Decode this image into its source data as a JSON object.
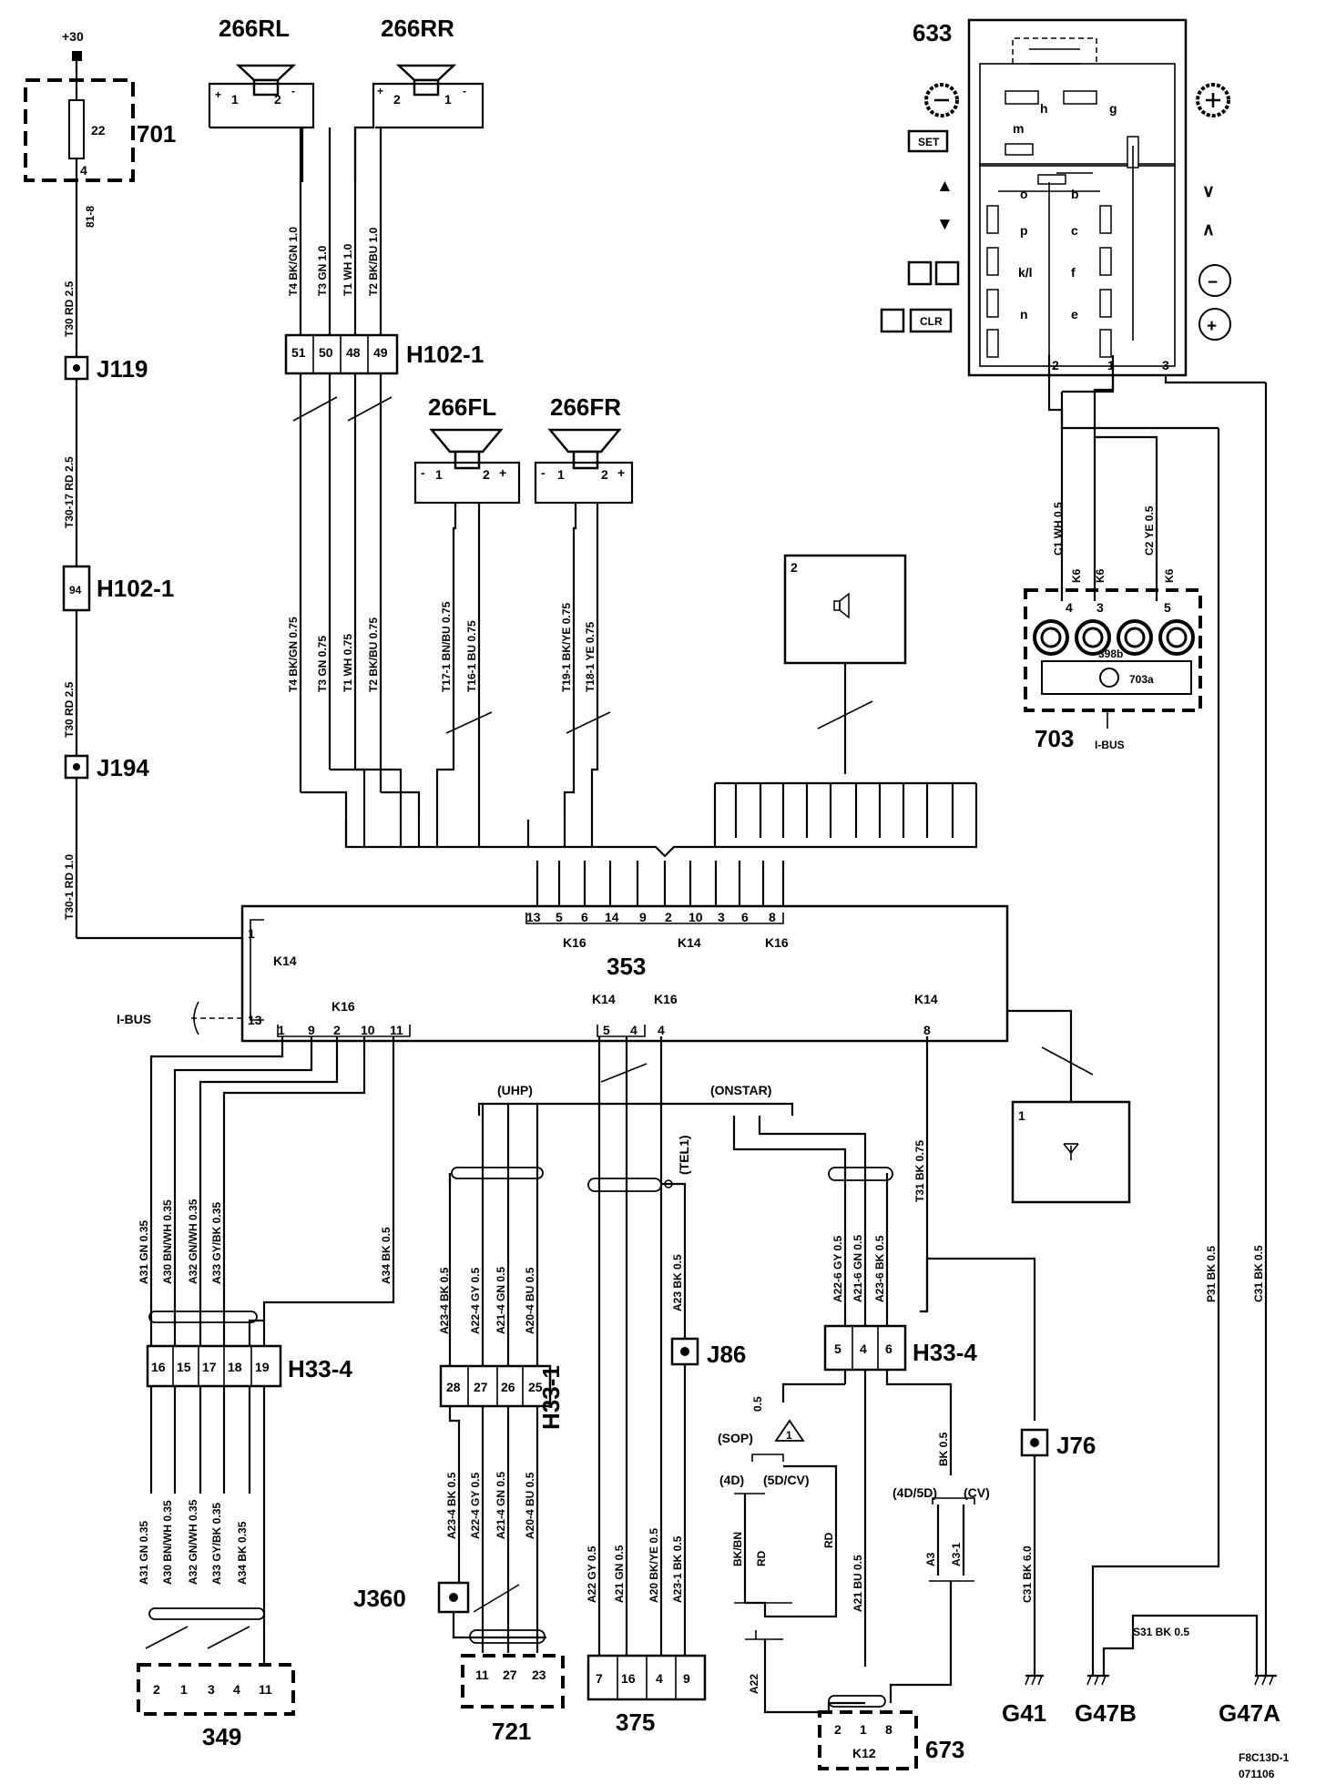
{
  "components": {
    "spk_rl": "266RL",
    "spk_rr": "266RR",
    "spk_fl": "266FL",
    "spk_fr": "266FR",
    "display_633": "633",
    "fuse_701": "701",
    "audio_353": "353",
    "ant_703": "703",
    "ant_703a": "703a",
    "ant_398b": "398b",
    "c349": "349",
    "c721": "721",
    "c375": "375",
    "c673": "673",
    "h102_a": "H102-1",
    "h102_b": "H102-1",
    "h33_4a": "H33-4",
    "h33_4b": "H33-4",
    "h33_1": "H33-1",
    "j119": "J119",
    "j194": "J194",
    "j86": "J86",
    "j76": "J76",
    "j360": "J360",
    "g41": "G41",
    "g47b": "G47B",
    "g47a": "G47A",
    "k12": "K12",
    "k14": "K14",
    "k16": "K16",
    "ibus": "I-BUS",
    "set": "SET",
    "clr": "CLR",
    "plus30": "+30"
  },
  "wires": {
    "t30_rd": "T30 RD 2.5",
    "b1_8": "81-8",
    "t30_17": "T30-17 RD 2.5",
    "t30_b": "T30 RD 2.5",
    "t30_1": "T30-1 RD 1.0",
    "t4_top": "T4 BK/GN 1.0",
    "t3_top": "T3 GN 1.0",
    "t1_top": "T1 WH 1.0",
    "t2_top": "T2 BK/BU 1.0",
    "t4_mid": "T4 BK/GN 0.75",
    "t3_mid": "T3 GN 0.75",
    "t1_mid": "T1 WH 0.75",
    "t2_mid": "T2 BK/BU 0.75",
    "t17": "T17-1 BN/BU 0.75",
    "t16": "T16-1 BU 0.75",
    "t19": "T19-1 BK/YE 0.75",
    "t18": "T18-1 YE 0.75",
    "c1": "C1 WH 0.5",
    "c2": "C2 YE 0.5",
    "k6": "K6",
    "a31": "A31 GN 0.35",
    "a30": "A30 BN/WH 0.35",
    "a32": "A32 GN/WH 0.35",
    "a33": "A33 GY/BK 0.35",
    "a34": "A34 BK 0.5",
    "a31b": "A31 GN 0.35",
    "a30b": "A30 BN/WH 0.35",
    "a32b": "A32 GN/WH 0.35",
    "a33b": "A33 GY/BK 0.35",
    "a34b": "A34 BK 0.35",
    "a23_4": "A23-4 BK 0.5",
    "a22_4": "A22-4 GY 0.5",
    "a21_4": "A21-4 GN 0.5",
    "a20_4": "A20-4 BU 0.5",
    "a23_4b": "A23-4 BK 0.5",
    "a22_4b": "A22-4 GY 0.5",
    "a21_4b": "A21-4 GN 0.5",
    "a20_4b": "A20-4 BU 0.5",
    "a23": "A23 BK 0.5",
    "a22": "A22 GY 0.5",
    "a21": "A21 GN 0.5",
    "a20": "A20 BK/YE 0.5",
    "a23_1": "A23-1 BK 0.5",
    "a22_6": "A22-6 GY 0.5",
    "a21_6": "A21-6 GN 0.5",
    "a23_6": "A23-6 BK 0.5",
    "t31": "T31 BK 0.75",
    "p31": "P31 BK 0.5",
    "c31": "C31 BK 0.5",
    "c31b": "C31 BK 6.0",
    "s31": "S31 BK 0.5",
    "a21bu": "A21 BU 0.5",
    "a22w": "A22",
    "a3": "A3",
    "a3_1": "A3-1",
    "bkbn": "BK/BN",
    "rd": "RD",
    "rd2": "RD",
    "sop05": "0.5",
    "bk05": "BK 0.5",
    "tel1": "(TEL1)"
  },
  "labels": {
    "uhp": "(UHP)",
    "onstar": "(ONSTAR)",
    "sop": "(SOP)",
    "d4": "(4D)",
    "d5cv": "(5D/CV)",
    "d45": "(4D/5D)",
    "cv": "(CV)",
    "ref": "F8C13D-1",
    "date": "071106",
    "warn": "1"
  },
  "pins": {
    "p22": "22",
    "p4": "4",
    "p94": "94",
    "h102": [
      "51",
      "50",
      "48",
      "49"
    ],
    "spk_rl": [
      "1",
      "2"
    ],
    "spk_rr": [
      "2",
      "1"
    ],
    "spk_fl": [
      "1",
      "2"
    ],
    "spk_fr": [
      "1",
      "2"
    ],
    "top353": [
      "13",
      "5",
      "6",
      "14",
      "9",
      "2",
      "10",
      "3",
      "6",
      "8"
    ],
    "left353": [
      "1",
      "13"
    ],
    "bot353": [
      "1",
      "9",
      "2",
      "10",
      "11"
    ],
    "k14_353": [
      "5",
      "4"
    ],
    "k16_353": "4",
    "k14b_353": "8",
    "h33_4a": [
      "16",
      "15",
      "17",
      "18",
      "19"
    ],
    "h33_1": [
      "28",
      "27",
      "26",
      "25"
    ],
    "h33_4b": [
      "5",
      "4",
      "6"
    ],
    "c349": [
      "2",
      "1",
      "3",
      "4",
      "11"
    ],
    "c721": [
      "11",
      "27",
      "23"
    ],
    "c375": [
      "7",
      "16",
      "4",
      "9"
    ],
    "c673": [
      "2",
      "1",
      "8"
    ],
    "ant_pins": [
      "4",
      "3",
      "5"
    ],
    "disp": [
      "2",
      "1",
      "3"
    ],
    "box_a": "2",
    "box_b": "1",
    "sw": [
      "o",
      "b",
      "p",
      "c",
      "k/l",
      "f",
      "n",
      "e",
      "m",
      "h",
      "g"
    ]
  },
  "symbols": {
    "up": "▲",
    "down": "▼",
    "gt": "∨",
    "lt": "∧",
    "minus": "−",
    "plus": "+"
  }
}
